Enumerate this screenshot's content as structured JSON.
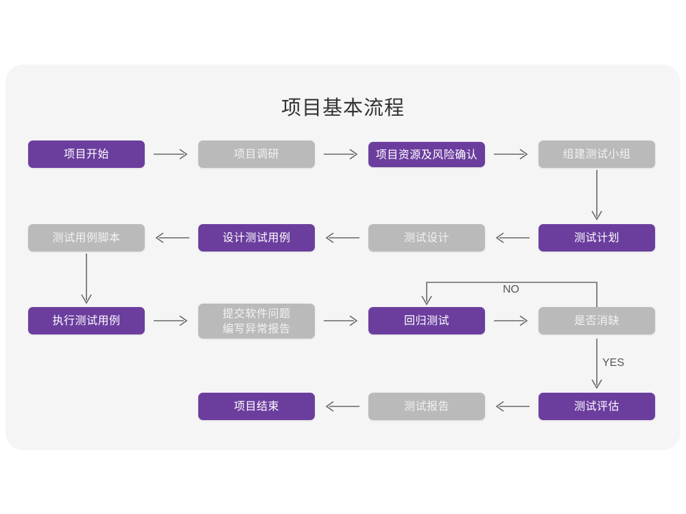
{
  "page": {
    "background": "#ffffff",
    "card_background": "#f5f5f5"
  },
  "colors": {
    "purple": "#6b3e9e",
    "gray": "#bababa",
    "arrow": "#666666",
    "title_text": "#333333",
    "node_text": "#ffffff"
  },
  "title": "项目基本流程",
  "nodes": [
    {
      "id": "n1",
      "label": "项目开始",
      "style": "purple",
      "row": 1
    },
    {
      "id": "n2",
      "label": "项目调研",
      "style": "gray",
      "row": 1
    },
    {
      "id": "n3",
      "label": "项目资源及风险确认",
      "style": "outlined",
      "row": 1
    },
    {
      "id": "n4",
      "label": "组建测试小组",
      "style": "gray",
      "row": 1
    },
    {
      "id": "n5",
      "label": "测试用例脚本",
      "style": "gray",
      "row": 2
    },
    {
      "id": "n6",
      "label": "设计测试用例",
      "style": "purple",
      "row": 2
    },
    {
      "id": "n7",
      "label": "测试设计",
      "style": "gray",
      "row": 2
    },
    {
      "id": "n8",
      "label": "测试计划",
      "style": "purple",
      "row": 2
    },
    {
      "id": "n9",
      "label": "执行测试用例",
      "style": "purple",
      "row": 3
    },
    {
      "id": "n10",
      "label": "提交软件问题\n编写异常报告",
      "style": "gray",
      "row": 3
    },
    {
      "id": "n11",
      "label": "回归测试",
      "style": "purple",
      "row": 3
    },
    {
      "id": "n12",
      "label": "是否消缺",
      "style": "gray",
      "row": 3
    },
    {
      "id": "n13",
      "label": "项目结束",
      "style": "purple",
      "row": 4
    },
    {
      "id": "n14",
      "label": "测试报告",
      "style": "gray",
      "row": 4
    },
    {
      "id": "n15",
      "label": "测试评估",
      "style": "purple",
      "row": 4
    }
  ],
  "edge_labels": {
    "no": "NO",
    "yes": "YES"
  },
  "flow": {
    "row1": [
      "项目开始",
      "项目调研",
      "项目资源及风险确认",
      "组建测试小组"
    ],
    "row2": [
      "测试计划",
      "测试设计",
      "设计测试用例",
      "测试用例脚本"
    ],
    "row3": [
      "执行测试用例",
      "提交软件问题 编写异常报告",
      "回归测试",
      "是否消缺"
    ],
    "row4": [
      "测试评估",
      "测试报告",
      "项目结束"
    ],
    "decision_branches": {
      "NO": "回归测试",
      "YES": "测试评估"
    }
  }
}
